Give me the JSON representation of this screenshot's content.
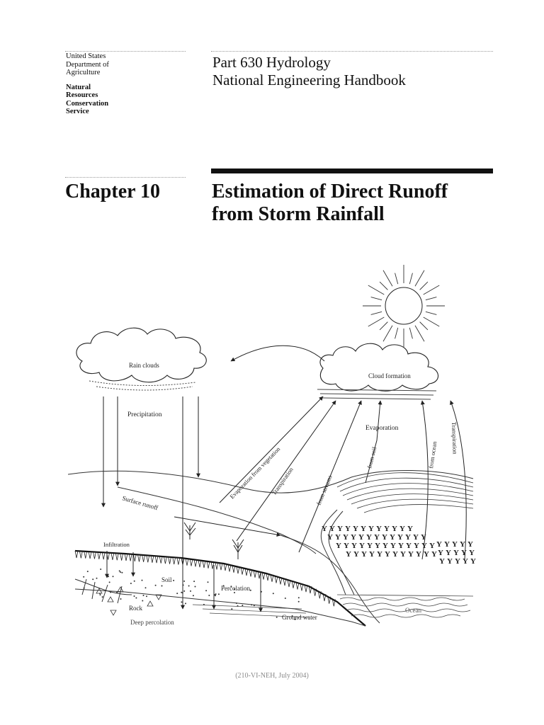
{
  "agency": {
    "lines": [
      "United States",
      "Department of",
      "Agriculture"
    ],
    "sub_lines": [
      "Natural",
      "Resources",
      "Conservation",
      "Service"
    ]
  },
  "handbook": {
    "line1": "Part 630 Hydrology",
    "line2": "National Engineering Handbook"
  },
  "chapter": {
    "number": "Chapter 10",
    "title_line1": "Estimation of Direct Runoff",
    "title_line2": "from Storm Rainfall"
  },
  "diagram": {
    "labels": {
      "rain_clouds": "Rain clouds",
      "cloud_formation": "Cloud formation",
      "precipitation": "Precipitation",
      "evaporation": "Evaporation",
      "evap_vegetation": "Evaporation from vegetation",
      "transpiration_left": "Transpiration",
      "from_streams": "from streams",
      "from_soil": "from soil",
      "from_ocean": "from ocean",
      "transpiration_right": "Transpiration",
      "surface_runoff": "Surface runoff",
      "infiltration": "Infiltration",
      "soil": "Soil",
      "percolation": "Percolation",
      "rock": "Rock",
      "ground_water": "Ground water",
      "deep_percolation": "Deep percolation",
      "ocean": "Ocean"
    }
  },
  "footer": {
    "text": "(210-VI-NEH, July 2004)"
  }
}
